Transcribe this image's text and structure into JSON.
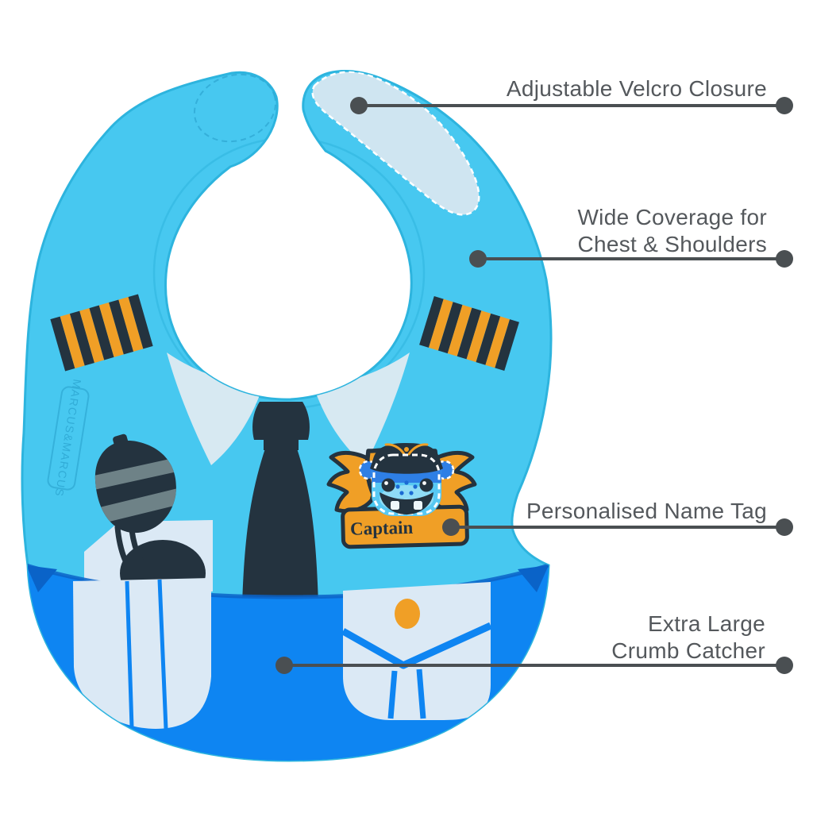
{
  "product": {
    "brand_text": "MARCUS&MARCUS",
    "name_tag_text": "Captain"
  },
  "callouts": [
    {
      "id": "velcro-closure",
      "lines": [
        "Adjustable Velcro Closure"
      ]
    },
    {
      "id": "wide-coverage",
      "lines": [
        "Wide Coverage for",
        "Chest & Shoulders"
      ]
    },
    {
      "id": "name-tag",
      "lines": [
        "Personalised Name Tag"
      ]
    },
    {
      "id": "crumb-catcher",
      "lines": [
        "Extra Large",
        "Crumb Catcher"
      ]
    }
  ],
  "colors": {
    "background": "#ffffff",
    "bib_cyan": "#47c8f0",
    "bib_edge": "#2db4de",
    "stitch_cyan": "#2fa9d4",
    "pocket_blue": "#0e85f2",
    "pocket_dark": "#0a63c8",
    "pale": "#dbe9f5",
    "velcro_pad": "#cfe5f1",
    "collar_pale": "#d7e9f2",
    "navy": "#24333f",
    "orange": "#f09f26",
    "reflection_gray": "#6e8287",
    "hippo_blue": "#2e7fe5",
    "hippo_face": "#57c8f3",
    "hippo_face_light": "#8fdcf6",
    "freckle_blue": "#1b6ad4",
    "teeth_white": "#eef7fb",
    "callout_line": "#4a4f52",
    "label_text": "#54585c"
  }
}
